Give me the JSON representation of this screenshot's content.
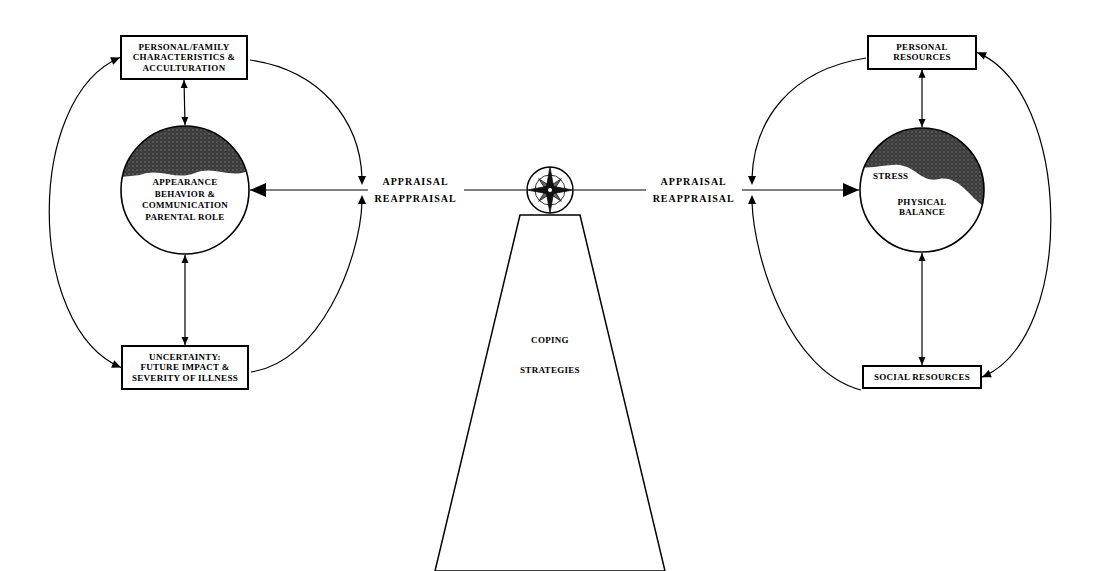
{
  "diagram": {
    "nodes": [
      {
        "text": [
          "PERSONAL/FAMILY CHARACTERISTICS & ACCULTURATION"
        ]
      },
      {
        "text": [
          "APPEARANCE",
          "BEHAVIOR & COMMUNICATION",
          "PARENTAL ROLE"
        ]
      },
      {
        "text": [
          "UNCERTAINTY: FUTURE IMPACT & SEVERITY OF ILLNESS"
        ]
      },
      {
        "text": [
          "COPING STRATEGIES"
        ]
      },
      {
        "text": [
          "STRESS",
          "PHYSICAL BALANCE"
        ]
      },
      {
        "text": [
          "PERSONAL RESOURCES"
        ]
      },
      {
        "text": [
          "SOCIAL RESOURCES"
        ]
      }
    ],
    "edges": [
      {
        "from": 0,
        "to": 1,
        "arrow": "both"
      },
      {
        "from": 1,
        "to": 2,
        "arrow": "both"
      },
      {
        "from": 0,
        "to": 2,
        "arrow": "both"
      },
      {
        "from": 3,
        "to": 1,
        "label": "APPRAISAL REAPPRAISAL",
        "arrow": "to"
      },
      {
        "from": 3,
        "to": 4,
        "label": "APPRAISAL REAPPRAISAL",
        "arrow": "to"
      },
      {
        "from": 5,
        "to": 4,
        "arrow": "both"
      },
      {
        "from": 4,
        "to": 6,
        "arrow": "both"
      },
      {
        "from": 5,
        "to": 6,
        "arrow": "both"
      }
    ]
  }
}
